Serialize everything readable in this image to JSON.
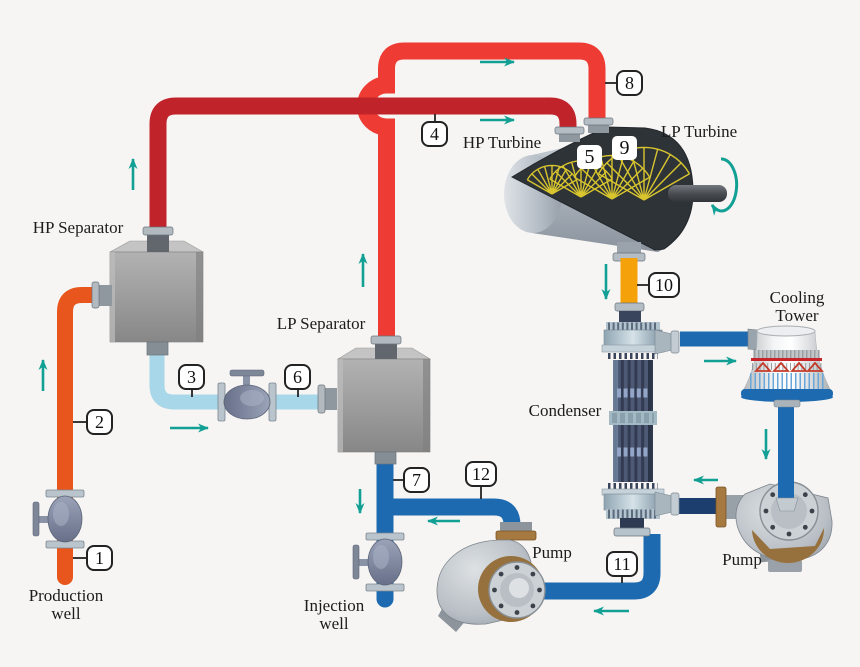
{
  "diagram": {
    "type": "process-flow-diagram",
    "subject": "double-flash geothermal power plant cycle",
    "labels": {
      "hp_separator": "HP Separator",
      "lp_separator": "LP Separator",
      "hp_turbine": "HP Turbine",
      "lp_turbine": "LP Turbine",
      "condenser": "Condenser",
      "cooling_tower_1": "Cooling",
      "cooling_tower_2": "Tower",
      "pump_left": "Pump",
      "pump_right": "Pump",
      "production_well_1": "Production",
      "production_well_2": "well",
      "injection_well_1": "Injection",
      "injection_well_2": "well"
    },
    "markers": {
      "m1": "1",
      "m2": "2",
      "m3": "3",
      "m4": "4",
      "m5": "5",
      "m6": "6",
      "m7": "7",
      "m8": "8",
      "m9": "9",
      "m10": "10",
      "m11": "11",
      "m12": "12"
    },
    "colors": {
      "background": "#f6f5f3",
      "hot_brine_pipe_orange": "#e8561e",
      "hp_steam_pipe_dark_red": "#c1232b",
      "lp_steam_pipe_bright_red": "#ee3b33",
      "separated_brine_pipe_light_blue": "#a7d7e8",
      "cooling_water_pipe_blue": "#1d6ab0",
      "pump_discharge_pipe_navy": "#1c3e6e",
      "condensate_pipe_orange": "#f4a10a",
      "flow_arrow_teal": "#12a095",
      "equipment_gray": "#9aa2ab",
      "turbine_blade_yellow": "#d9c62e"
    }
  }
}
